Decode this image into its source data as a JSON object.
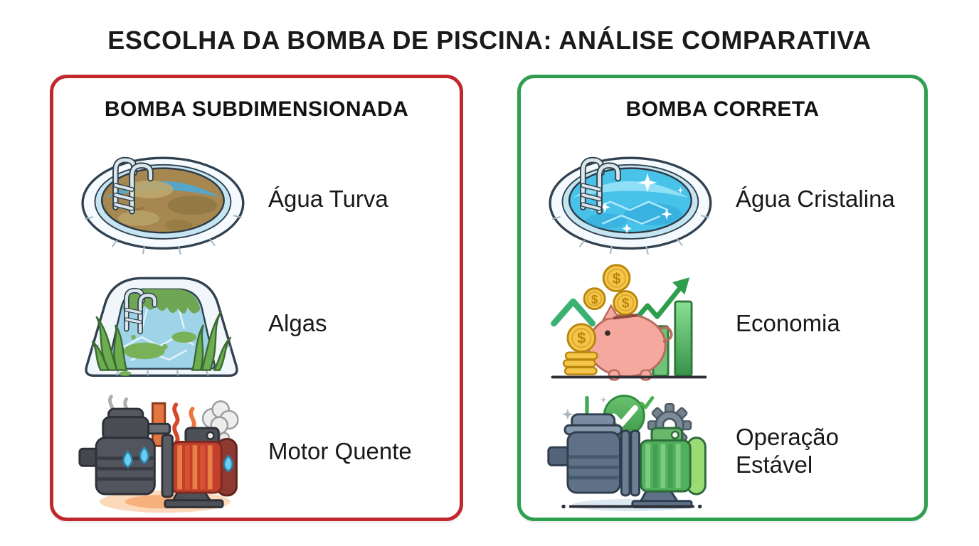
{
  "title": "ESCOLHA DA BOMBA DE PISCINA: ANÁLISE COMPARATIVA",
  "colors": {
    "bad_accent": "#C1272D",
    "good_accent": "#2E9E4F",
    "text": "#1A1A1A"
  },
  "panels": {
    "bad": {
      "header": "BOMBA SUBDIMENSIONADA",
      "items": [
        {
          "icon": "murky-pool",
          "label": "Água Turva"
        },
        {
          "icon": "algae-pool",
          "label": "Algas"
        },
        {
          "icon": "overheating-pump",
          "label": "Motor Quente"
        }
      ]
    },
    "good": {
      "header": "BOMBA CORRETA",
      "items": [
        {
          "icon": "crystal-pool",
          "label": "Água Cristalina"
        },
        {
          "icon": "piggy-bank-savings",
          "label": "Economia"
        },
        {
          "icon": "stable-pump",
          "label": "Operação Estável"
        }
      ]
    }
  }
}
